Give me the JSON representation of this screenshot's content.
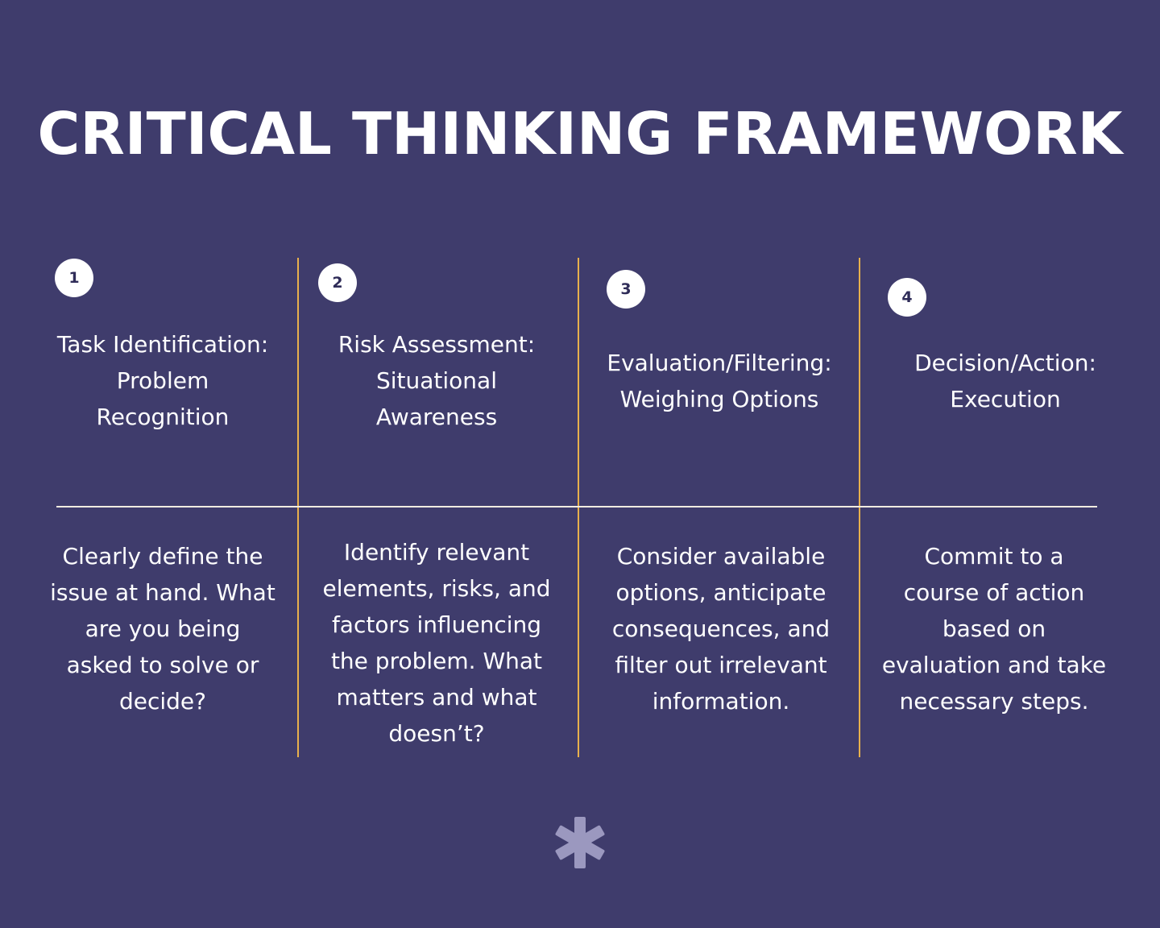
{
  "title": "CRITICAL THINKING FRAMEWORK",
  "steps": [
    {
      "number": "1",
      "heading": "Task Identification:\nProblem\nRecognition",
      "description": "Clearly define the\nissue at hand. What\nare you being\nasked to solve or\ndecide?"
    },
    {
      "number": "2",
      "heading": "Risk Assessment:\nSituational\nAwareness",
      "description": "Identify relevant\nelements, risks, and\nfactors influencing\nthe problem. What\nmatters and what\ndoesn’t?"
    },
    {
      "number": "3",
      "heading": "Evaluation/Filtering:\nWeighing Options",
      "description": "Consider available\noptions, anticipate\nconsequences, and\nfilter out irrelevant\ninformation."
    },
    {
      "number": "4",
      "heading": "Decision/Action:\nExecution",
      "description": "Commit to a\ncourse of action\nbased on\nevaluation and take\nnecessary steps."
    }
  ],
  "colors": {
    "background": "#3f3c6c",
    "divider_vertical": "#e8b04c",
    "divider_horizontal": "#f1ece0",
    "badge": "#ffffff",
    "asterisk": "#9b98bf"
  },
  "decoration": {
    "bottom_mark": "asterisk-icon"
  }
}
